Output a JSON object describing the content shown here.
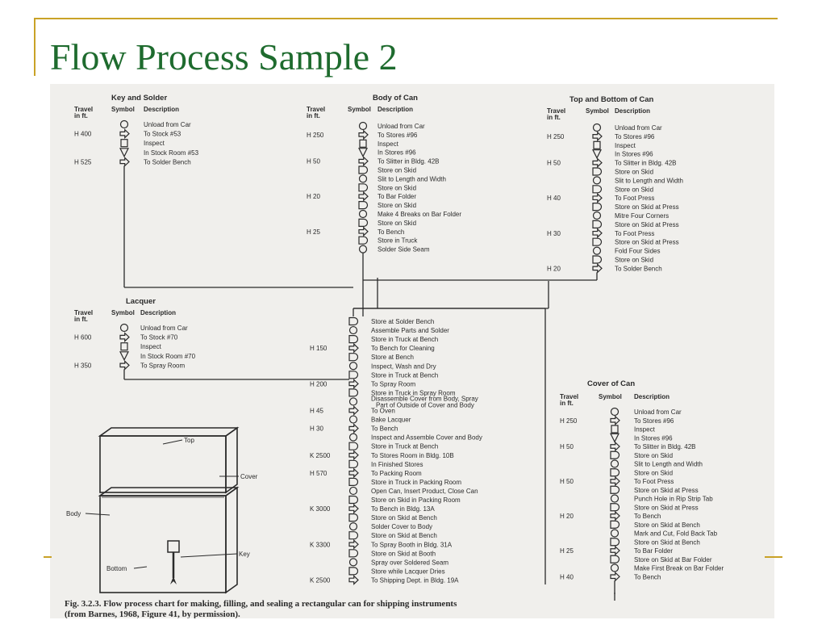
{
  "slide": {
    "title": "Flow Process Sample 2",
    "accent_color": "#c9a227",
    "title_color": "#1e6b2e"
  },
  "headers": {
    "travel": "Travel\nin ft.",
    "symbol": "Symbol",
    "description": "Description"
  },
  "sections": [
    {
      "title": "Key and Solder",
      "steps": [
        {
          "travel": "",
          "symbol": "operation",
          "description": "Unload from Car"
        },
        {
          "travel": "H 400",
          "symbol": "transport",
          "description": "To Stock #53"
        },
        {
          "travel": "",
          "symbol": "inspection",
          "description": "Inspect"
        },
        {
          "travel": "",
          "symbol": "storage",
          "description": "In Stock Room #53"
        },
        {
          "travel": "H 525",
          "symbol": "transport",
          "description": "To Solder Bench"
        }
      ]
    },
    {
      "title": "Body of Can",
      "steps": [
        {
          "travel": "",
          "symbol": "operation",
          "description": "Unload from Car"
        },
        {
          "travel": "H 250",
          "symbol": "transport",
          "description": "To Stores #96"
        },
        {
          "travel": "",
          "symbol": "inspection",
          "description": "Inspect"
        },
        {
          "travel": "",
          "symbol": "storage",
          "description": "In Stores #96"
        },
        {
          "travel": "H 50",
          "symbol": "transport",
          "description": "To Slitter in Bldg. 42B"
        },
        {
          "travel": "",
          "symbol": "delay",
          "description": "Store on Skid"
        },
        {
          "travel": "",
          "symbol": "operation",
          "description": "Slit to Length and Width"
        },
        {
          "travel": "",
          "symbol": "delay",
          "description": "Store on Skid"
        },
        {
          "travel": "H 20",
          "symbol": "transport",
          "description": "To Bar Folder"
        },
        {
          "travel": "",
          "symbol": "delay",
          "description": "Store on Skid"
        },
        {
          "travel": "",
          "symbol": "operation",
          "description": "Make 4 Breaks on Bar Folder"
        },
        {
          "travel": "",
          "symbol": "delay",
          "description": "Store on Skid"
        },
        {
          "travel": "H 25",
          "symbol": "transport",
          "description": "To Bench"
        },
        {
          "travel": "",
          "symbol": "delay",
          "description": "Store in Truck"
        },
        {
          "travel": "",
          "symbol": "operation",
          "description": "Solder Side Seam"
        }
      ]
    },
    {
      "title": "Top and Bottom of Can",
      "steps": [
        {
          "travel": "",
          "symbol": "operation",
          "description": "Unload from Car"
        },
        {
          "travel": "H 250",
          "symbol": "transport",
          "description": "To Stores #96"
        },
        {
          "travel": "",
          "symbol": "inspection",
          "description": "Inspect"
        },
        {
          "travel": "",
          "symbol": "storage",
          "description": "In Stores #96"
        },
        {
          "travel": "H 50",
          "symbol": "transport",
          "description": "To Slitter in Bldg. 42B"
        },
        {
          "travel": "",
          "symbol": "delay",
          "description": "Store on Skid"
        },
        {
          "travel": "",
          "symbol": "operation",
          "description": "Slit to Length and Width"
        },
        {
          "travel": "",
          "symbol": "delay",
          "description": "Store on Skid"
        },
        {
          "travel": "H 40",
          "symbol": "transport",
          "description": "To Foot Press"
        },
        {
          "travel": "",
          "symbol": "delay",
          "description": "Store on Skid at Press"
        },
        {
          "travel": "",
          "symbol": "operation",
          "description": "Mitre Four Corners"
        },
        {
          "travel": "",
          "symbol": "delay",
          "description": "Store on Skid at Press"
        },
        {
          "travel": "H 30",
          "symbol": "transport",
          "description": "To Foot Press"
        },
        {
          "travel": "",
          "symbol": "delay",
          "description": "Store on Skid at Press"
        },
        {
          "travel": "",
          "symbol": "operation",
          "description": "Fold Four Sides"
        },
        {
          "travel": "",
          "symbol": "delay",
          "description": "Store on Skid"
        },
        {
          "travel": "H 20",
          "symbol": "transport",
          "description": "To Solder Bench"
        }
      ]
    },
    {
      "title": "Lacquer",
      "steps": [
        {
          "travel": "",
          "symbol": "operation",
          "description": "Unload from Car"
        },
        {
          "travel": "H 600",
          "symbol": "transport",
          "description": "To Stock #70"
        },
        {
          "travel": "",
          "symbol": "inspection",
          "description": "Inspect"
        },
        {
          "travel": "",
          "symbol": "storage",
          "description": "In Stock Room #70"
        },
        {
          "travel": "H 350",
          "symbol": "transport",
          "description": "To Spray Room"
        }
      ]
    },
    {
      "title": "",
      "steps": [
        {
          "travel": "",
          "symbol": "delay",
          "description": "Store at Solder Bench"
        },
        {
          "travel": "",
          "symbol": "operation",
          "description": "Assemble Parts and Solder"
        },
        {
          "travel": "",
          "symbol": "delay",
          "description": "Store in Truck at Bench"
        },
        {
          "travel": "H 150",
          "symbol": "transport",
          "description": "To Bench for Cleaning"
        },
        {
          "travel": "",
          "symbol": "delay",
          "description": "Store at Bench"
        },
        {
          "travel": "",
          "symbol": "operation",
          "description": "Inspect, Wash and Dry"
        },
        {
          "travel": "",
          "symbol": "delay",
          "description": "Store in Truck at Bench"
        },
        {
          "travel": "H 200",
          "symbol": "transport",
          "description": "To Spray Room"
        },
        {
          "travel": "",
          "symbol": "delay",
          "description": "Store in Truck in Spray Room"
        },
        {
          "travel": "",
          "symbol": "operation",
          "description": "Disassemble Cover from Body, Spray Part of Outside of Cover and Body"
        },
        {
          "travel": "H 45",
          "symbol": "transport",
          "description": "To Oven"
        },
        {
          "travel": "",
          "symbol": "operation",
          "description": "Bake Lacquer"
        },
        {
          "travel": "H 30",
          "symbol": "transport",
          "description": "To Bench"
        },
        {
          "travel": "",
          "symbol": "operation",
          "description": "Inspect and Assemble Cover and Body"
        },
        {
          "travel": "",
          "symbol": "delay",
          "description": "Store in Truck at Bench"
        },
        {
          "travel": "K 2500",
          "symbol": "transport",
          "description": "To Stores Room in Bldg. 10B"
        },
        {
          "travel": "",
          "symbol": "delay",
          "description": "In Finished Stores"
        },
        {
          "travel": "H 570",
          "symbol": "transport",
          "description": "To Packing Room"
        },
        {
          "travel": "",
          "symbol": "delay",
          "description": "Store in Truck in Packing Room"
        },
        {
          "travel": "",
          "symbol": "operation",
          "description": "Open Can, Insert Product, Close Can"
        },
        {
          "travel": "",
          "symbol": "delay",
          "description": "Store on Skid in Packing Room"
        },
        {
          "travel": "K 3000",
          "symbol": "transport",
          "description": "To Bench in Bldg. 13A"
        },
        {
          "travel": "",
          "symbol": "delay",
          "description": "Store on Skid at Bench"
        },
        {
          "travel": "",
          "symbol": "operation",
          "description": "Solder Cover to Body"
        },
        {
          "travel": "",
          "symbol": "delay",
          "description": "Store on Skid at Bench"
        },
        {
          "travel": "K 3300",
          "symbol": "transport",
          "description": "To Spray Booth in Bldg. 31A"
        },
        {
          "travel": "",
          "symbol": "delay",
          "description": "Store on Skid at Booth"
        },
        {
          "travel": "",
          "symbol": "operation",
          "description": "Spray over Soldered Seam"
        },
        {
          "travel": "",
          "symbol": "delay",
          "description": "Store while Lacquer Dries"
        },
        {
          "travel": "K 2500",
          "symbol": "transport",
          "description": "To Shipping Dept. in Bldg. 19A"
        }
      ]
    },
    {
      "title": "Cover of Can",
      "steps": [
        {
          "travel": "",
          "symbol": "operation",
          "description": "Unload from Car"
        },
        {
          "travel": "H 250",
          "symbol": "transport",
          "description": "To Stores #96"
        },
        {
          "travel": "",
          "symbol": "inspection",
          "description": "Inspect"
        },
        {
          "travel": "",
          "symbol": "storage",
          "description": "In Stores #96"
        },
        {
          "travel": "H 50",
          "symbol": "transport",
          "description": "To Slitter in Bldg. 42B"
        },
        {
          "travel": "",
          "symbol": "delay",
          "description": "Store on Skid"
        },
        {
          "travel": "",
          "symbol": "operation",
          "description": "Slit to Length and Width"
        },
        {
          "travel": "",
          "symbol": "delay",
          "description": "Store on Skid"
        },
        {
          "travel": "H 50",
          "symbol": "transport",
          "description": "To Foot Press"
        },
        {
          "travel": "",
          "symbol": "delay",
          "description": "Store on Skid at Press"
        },
        {
          "travel": "",
          "symbol": "operation",
          "description": "Punch Hole in Rip Strip Tab"
        },
        {
          "travel": "",
          "symbol": "delay",
          "description": "Store on Skid at Press"
        },
        {
          "travel": "H 20",
          "symbol": "transport",
          "description": "To Bench"
        },
        {
          "travel": "",
          "symbol": "delay",
          "description": "Store on Skid at Bench"
        },
        {
          "travel": "",
          "symbol": "operation",
          "description": "Mark and Cut, Fold Back Tab"
        },
        {
          "travel": "",
          "symbol": "delay",
          "description": "Store on Skid at Bench"
        },
        {
          "travel": "H 25",
          "symbol": "transport",
          "description": "To Bar Folder"
        },
        {
          "travel": "",
          "symbol": "delay",
          "description": "Store on Skid at Bar Folder"
        },
        {
          "travel": "",
          "symbol": "operation",
          "description": "Make First Break on Bar Folder"
        },
        {
          "travel": "H 40",
          "symbol": "transport",
          "description": "To Bench"
        }
      ]
    }
  ],
  "illustration": {
    "labels": {
      "top": "Top",
      "cover": "Cover",
      "body": "Body",
      "key": "Key",
      "bottom": "Bottom"
    }
  },
  "caption": {
    "label": "Fig. 3.2.3.",
    "line1": "Flow process chart for making, filling, and sealing a rectangular can for shipping instruments",
    "line2": "(from Barnes, 1968, Figure 41, by permission)."
  }
}
